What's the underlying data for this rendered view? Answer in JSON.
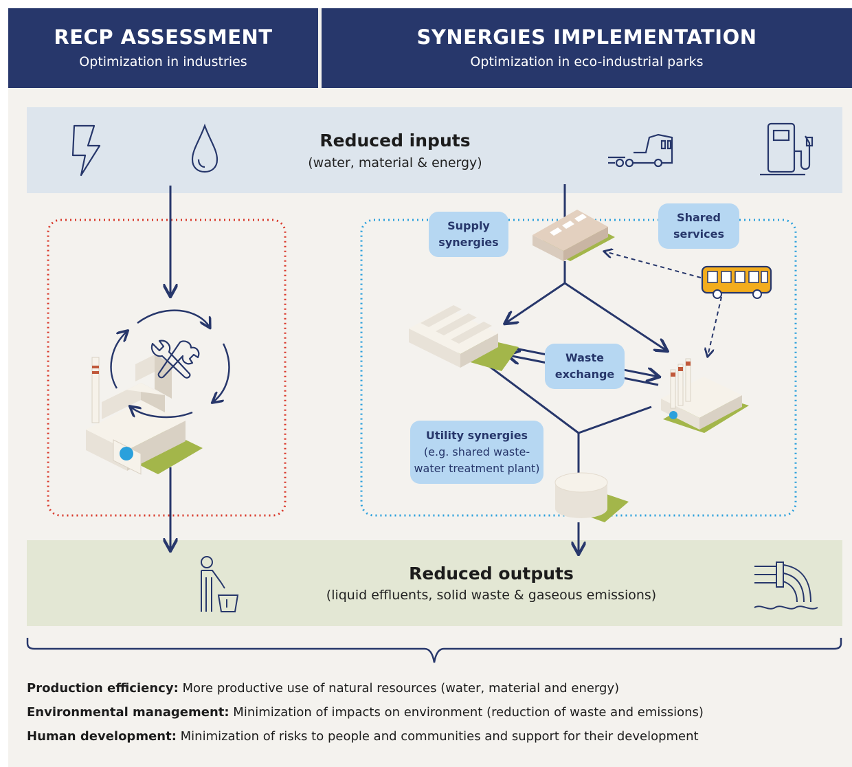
{
  "header": {
    "left": {
      "title": "RECP ASSESSMENT",
      "subtitle": "Optimization in industries"
    },
    "right": {
      "title": "SYNERGIES IMPLEMENTATION",
      "subtitle": "Optimization in eco-industrial parks"
    }
  },
  "inputs": {
    "title": "Reduced inputs",
    "subtitle": "(water, material & energy)",
    "icons": [
      "lightning-icon",
      "water-drop-icon",
      "truck-icon",
      "fuel-pump-icon"
    ]
  },
  "outputs": {
    "title": "Reduced outputs",
    "subtitle": "(liquid effluents, solid waste & gaseous emissions)",
    "icons": [
      "person-trash-icon",
      "effluent-pipe-icon"
    ]
  },
  "bubbles": {
    "supply": [
      "Supply",
      "synergies"
    ],
    "shared": [
      "Shared",
      "services"
    ],
    "waste": [
      "Waste",
      "exchange"
    ],
    "utility": {
      "title": "Utility synergies",
      "lines": [
        "(e.g. shared waste-",
        "water treatment plant)"
      ]
    }
  },
  "footer": [
    {
      "label": "Production efficiency:",
      "text": " More productive use of natural resources (water, material and energy)"
    },
    {
      "label": "Environmental management:",
      "text": " Minimization of impacts on environment (reduction of waste and emissions)"
    },
    {
      "label": "Human development:",
      "text": " Minimization of risks to people and communities and support for their development"
    }
  ],
  "colors": {
    "navy": "#27376b",
    "red_dotted": "#d9382a",
    "blue_dotted": "#2aa0dc",
    "bubble": "#b6d7f2",
    "input_band": "#dde5ed",
    "output_band": "#e3e7d4",
    "grass": "#a3b64a",
    "bus": "#f3ad1d"
  }
}
